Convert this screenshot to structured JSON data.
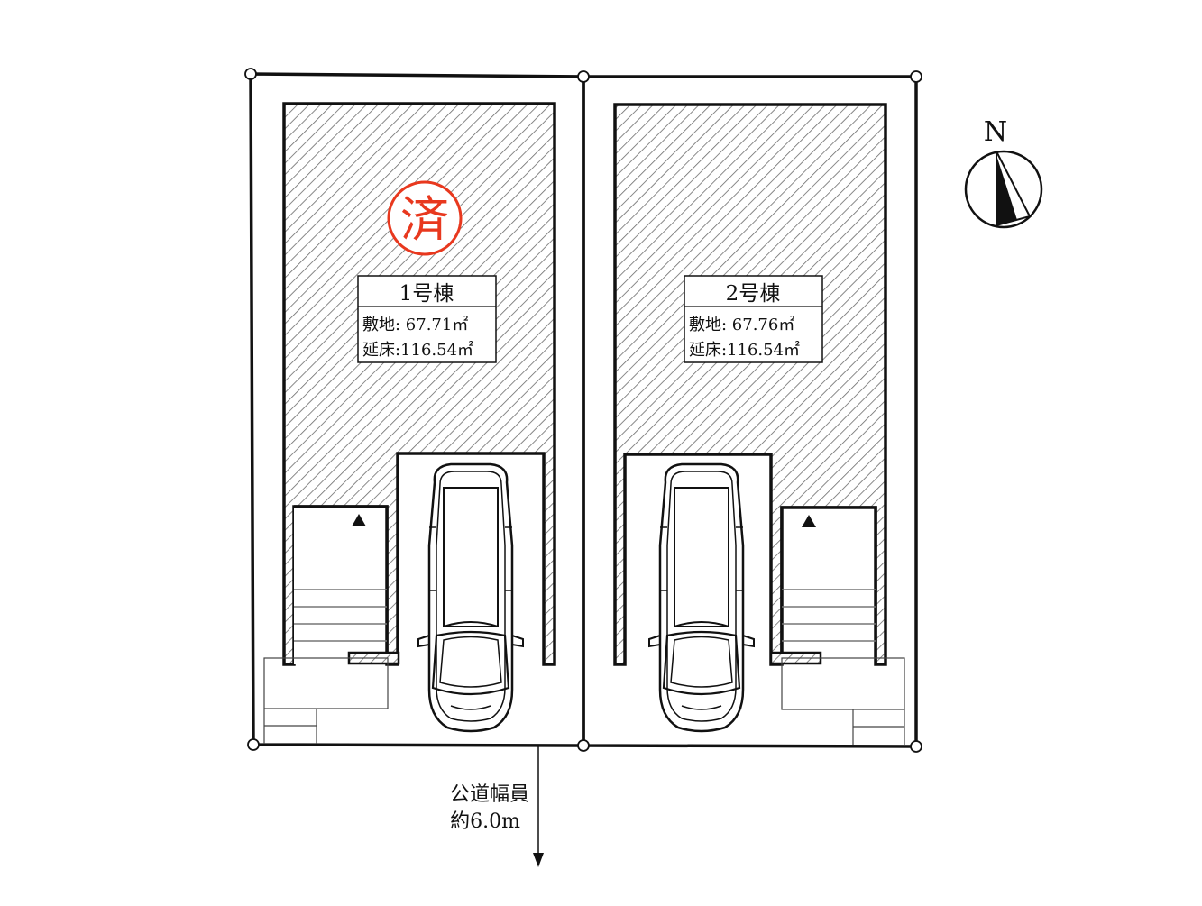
{
  "buildings": [
    {
      "name": "1号棟",
      "site_area": "敷地: 67.71㎡",
      "floor_area": "延床:116.54㎡",
      "sold_stamp": "済"
    },
    {
      "name": "2号棟",
      "site_area": "敷地: 67.76㎡",
      "floor_area": "延床:116.54㎡"
    }
  ],
  "compass": {
    "label": "N"
  },
  "road": {
    "line1": "公道幅員",
    "line2": "約6.0m"
  },
  "colors": {
    "line": "#111111",
    "hatch": "#555555",
    "stamp": "#e8381e",
    "background": "#ffffff"
  },
  "icons": {
    "stair_arrow": "triangle-up-icon",
    "compass": "north-arrow-icon",
    "car": "car-icon"
  }
}
